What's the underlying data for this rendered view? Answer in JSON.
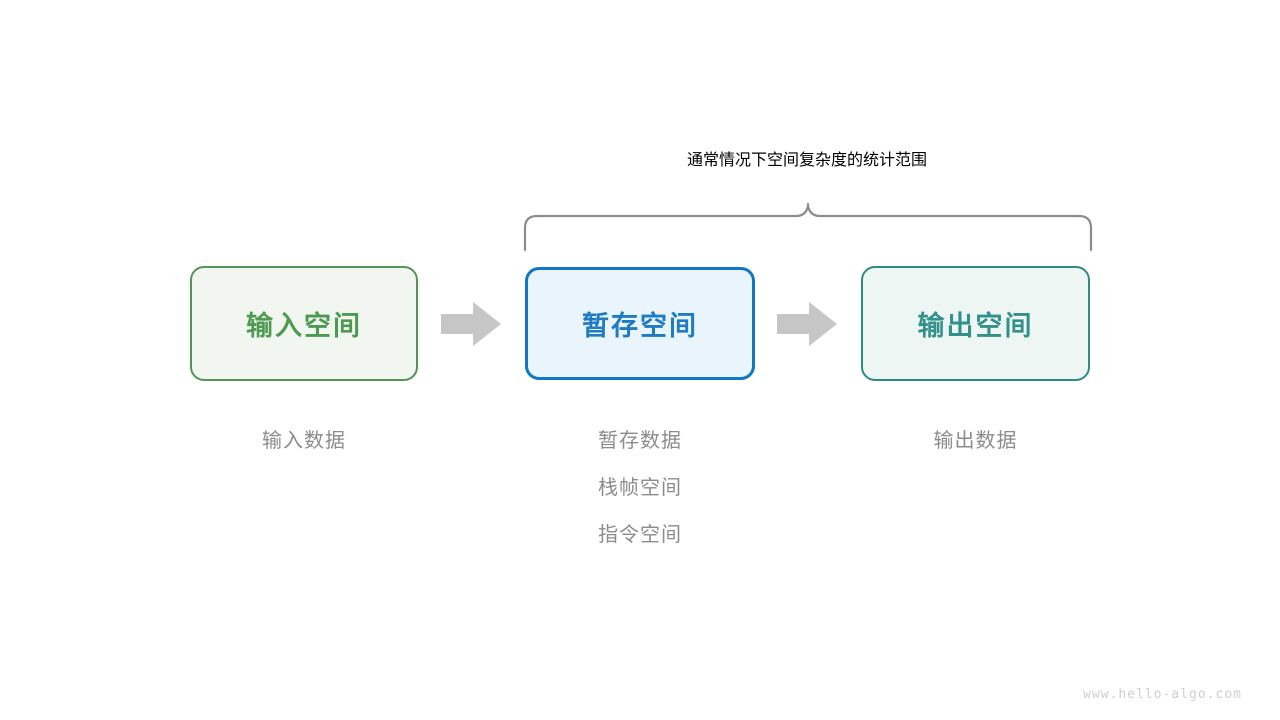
{
  "diagram": {
    "scope_caption": {
      "prefix": "通常情况下",
      "emphasis": "空间复杂度",
      "suffix": "的统计范围"
    },
    "boxes": [
      {
        "label": "输入空间",
        "color": "#4e9a51",
        "border": "#559455",
        "fill": "#f1f7f0"
      },
      {
        "label": "暂存空间",
        "color": "#1f7cc4",
        "border": "#1077c6",
        "fill": "#e9f4fc"
      },
      {
        "label": "输出空间",
        "color": "#34918a",
        "border": "#2f8a83",
        "fill": "#eef6f4"
      }
    ],
    "arrows": [
      {
        "name": "arrow-input-to-buffer",
        "color": "#c6c6c6"
      },
      {
        "name": "arrow-buffer-to-output",
        "color": "#c6c6c6"
      }
    ],
    "sublabels": {
      "input": [
        "输入数据"
      ],
      "buffer": [
        "暂存数据",
        "栈帧空间",
        "指令空间"
      ],
      "output": [
        "输出数据"
      ]
    },
    "brace": {
      "color": "#8c8c8c",
      "spans": [
        "暂存空间",
        "输出空间"
      ]
    },
    "watermark": "www.hello-algo.com",
    "background": "#ffffff",
    "muted_text_color": "#8c8c8c"
  }
}
